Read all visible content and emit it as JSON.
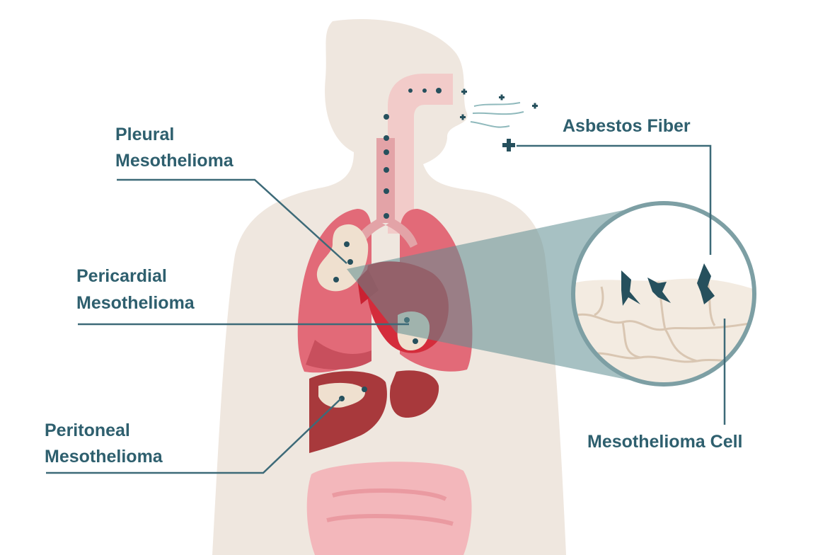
{
  "labels": {
    "pleural_line1": "Pleural",
    "pleural_line2": "Mesothelioma",
    "pericardial_line1": "Pericardial",
    "pericardial_line2": "Mesothelioma",
    "peritoneal_line1": "Peritoneal",
    "peritoneal_line2": "Mesothelioma",
    "asbestos_fiber": "Asbestos Fiber",
    "mesothelioma_cell": "Mesothelioma Cell"
  },
  "colors": {
    "label_text": "#2e5f6e",
    "leader_line": "#3d6a78",
    "body_silhouette": "#efe7df",
    "lung": "#e26a78",
    "heart": "#d42c3b",
    "liver": "#a8393c",
    "tumor": "#efe0cf",
    "fiber": "#26505d",
    "magnifier_ring": "#7d9fa4",
    "magnifier_beam": "#5f8e92"
  }
}
